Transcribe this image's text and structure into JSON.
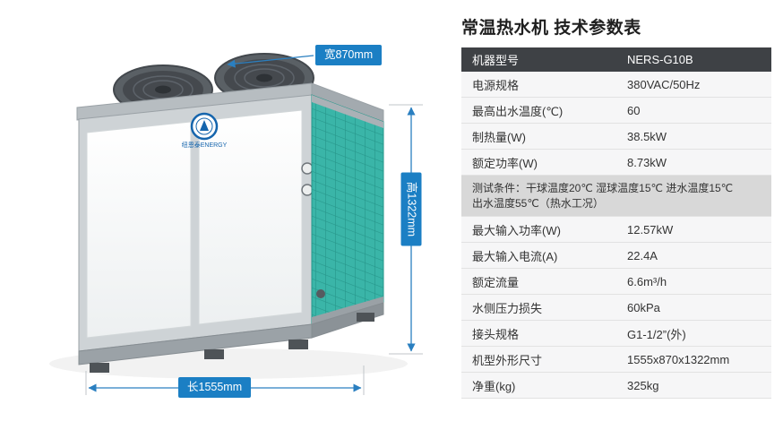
{
  "title": "常温热水机 技术参数表",
  "product": {
    "brand": "纽恩泰ENERGY"
  },
  "dimensions": {
    "width": "宽870mm",
    "height": "高1322mm",
    "length": "长1555mm"
  },
  "table": {
    "header": {
      "label": "机器型号",
      "value": "NERS-G10B"
    },
    "rows": [
      {
        "label": "电源规格",
        "value": "380VAC/50Hz"
      },
      {
        "label": "最高出水温度(℃)",
        "value": "60"
      },
      {
        "label": "制热量(W)",
        "value": "38.5kW"
      },
      {
        "label": "额定功率(W)",
        "value": "8.73kW"
      },
      {
        "label": "最大输入功率(W)",
        "value": "12.57kW"
      },
      {
        "label": "最大输入电流(A)",
        "value": "22.4A"
      },
      {
        "label": "额定流量",
        "value": "6.6m³/h"
      },
      {
        "label": "水侧压力损失",
        "value": "60kPa"
      },
      {
        "label": "接头规格",
        "value": "G1-1/2”(外)"
      },
      {
        "label": "机型外形尺寸",
        "value": "1555x870x1322mm"
      },
      {
        "label": "净重(kg)",
        "value": "325kg"
      }
    ],
    "test_conditions_line1": "测试条件：干球温度20℃ 湿球温度15℃ 进水温度15℃",
    "test_conditions_line2": "出水温度55℃（热水工况）"
  },
  "colors": {
    "accent_blue": "#1b7fc4",
    "coil_teal": "#3ab5a8",
    "table_header_bg": "#3e4145",
    "conditions_row_bg": "#d8d8d8"
  }
}
